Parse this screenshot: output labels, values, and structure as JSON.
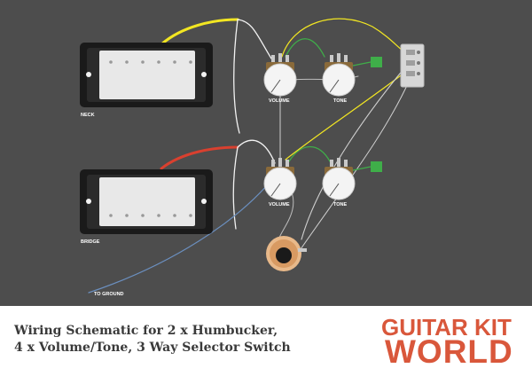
{
  "labels": {
    "neck": "NECK",
    "bridge": "BRIDGE",
    "volume_top": "VOLUME",
    "tone_top": "TONE",
    "volume_bottom": "VOLUME",
    "tone_bottom": "TONE",
    "ground": "TO GROUND"
  },
  "caption": {
    "line1": "Wiring Schematic for 2 x Humbucker,",
    "line2": "4 x Volume/Tone, 3 Way Selector Switch"
  },
  "logo": {
    "line1": "GUITAR KIT",
    "line2": "WORLD"
  },
  "colors": {
    "background": "#4d4d4d",
    "wire_yellow": "#f2e622",
    "wire_red": "#d9402f",
    "wire_white": "#f2f2f2",
    "wire_green": "#3fae49",
    "wire_blue": "#6b8fbf",
    "wire_grey": "#bdbdbd",
    "brand": "#d9573b"
  }
}
